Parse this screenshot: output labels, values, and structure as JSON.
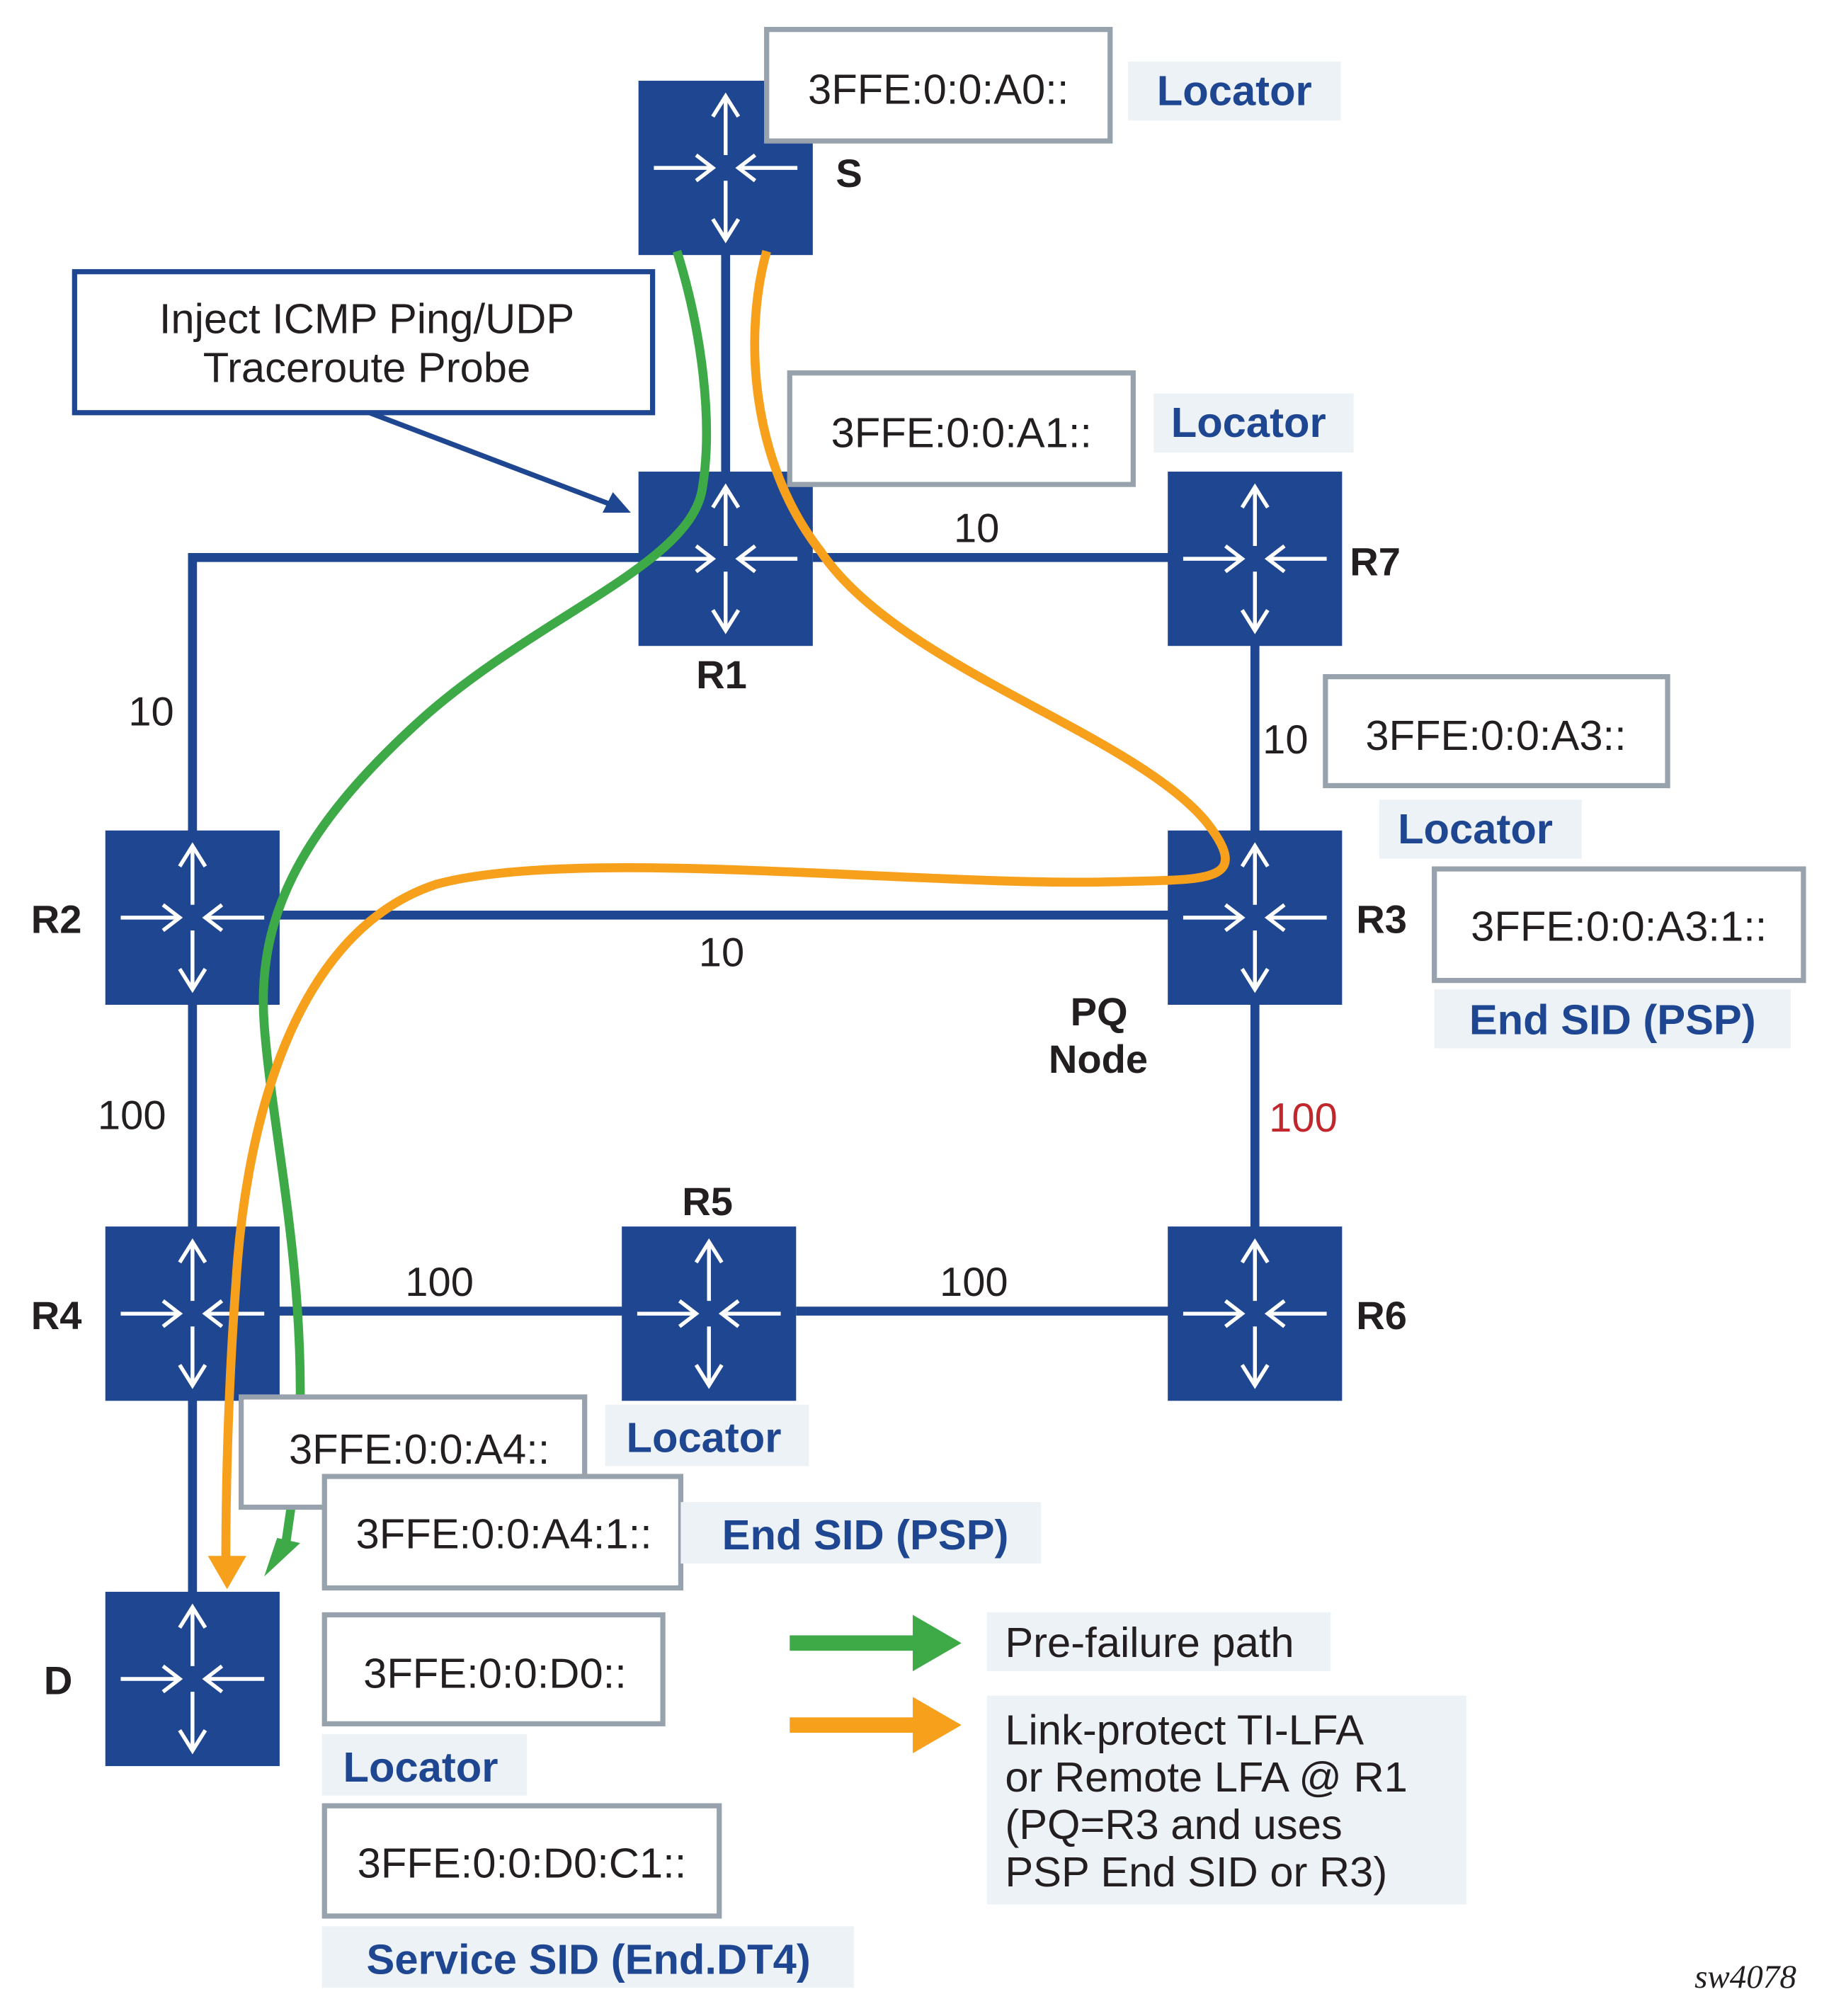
{
  "diagram": {
    "nodes": {
      "S": "S",
      "R1": "R1",
      "R2": "R2",
      "R3": "R3",
      "R4": "R4",
      "R5": "R5",
      "R6": "R6",
      "R7": "R7",
      "D": "D"
    },
    "pq_node_label": [
      "PQ",
      "Node"
    ],
    "metrics": {
      "r1_r7": "10",
      "r1_r2": "10",
      "r7_r3": "10",
      "r2_r3": "10",
      "r2_r4": "100",
      "r3_r6": "100",
      "r4_r5": "100",
      "r5_r6": "100"
    },
    "metric_colors": {
      "default": "#231f20",
      "r3_r6": "#c1272d"
    },
    "addresses": {
      "s_locator": "3FFE:0:0:A0::",
      "r1_locator": "3FFE:0:0:A1::",
      "r3_locator": "3FFE:0:0:A3::",
      "r3_end_sid": "3FFE:0:0:A3:1::",
      "r4_locator": "3FFE:0:0:A4::",
      "r4_end_sid": "3FFE:0:0:A4:1::",
      "d_locator": "3FFE:0:0:D0::",
      "d_service_sid": "3FFE:0:0:D0:C1::"
    },
    "tags": {
      "locator": "Locator",
      "end_sid_psp": "End SID (PSP)",
      "service_sid": "Service SID (End.DT4)"
    },
    "callout": [
      "Inject ICMP Ping/UDP",
      "Traceroute Probe"
    ],
    "legend": {
      "pre_failure": "Pre-failure path",
      "protect_lines": [
        "Link-protect TI-LFA",
        "or Remote LFA @ R1",
        "(PQ=R3 and uses",
        "PSP End SID or R3)"
      ]
    },
    "colors": {
      "router": "#1f4690",
      "pre_failure_path": "#3daa47",
      "protect_path": "#f7a01c",
      "tag_text": "#1f4690"
    },
    "reference": "sw4078"
  }
}
